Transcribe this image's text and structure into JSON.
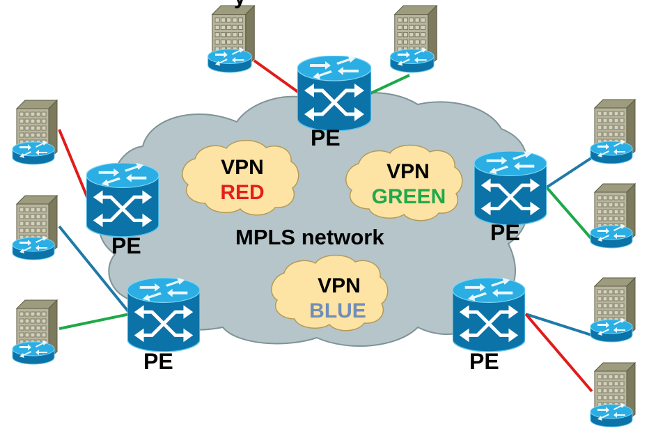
{
  "diagram": {
    "title_fragment": "y",
    "core": {
      "label": "MPLS network",
      "fill": "#b5c5c9",
      "stroke": "#7e9398"
    },
    "vpns": [
      {
        "id": "red",
        "title": "VPN",
        "name": "RED",
        "color": "#e31e1e"
      },
      {
        "id": "green",
        "title": "VPN",
        "name": "GREEN",
        "color": "#22a84a"
      },
      {
        "id": "blue",
        "title": "VPN",
        "name": "BLUE",
        "color": "#6f8db8"
      }
    ],
    "vpn_cloud": {
      "fill": "#fde3a4",
      "stroke": "#b59a55"
    },
    "pe_routers": [
      {
        "id": "pe-top",
        "label": "PE"
      },
      {
        "id": "pe-left",
        "label": "PE"
      },
      {
        "id": "pe-right",
        "label": "PE"
      },
      {
        "id": "pe-bottom-left",
        "label": "PE"
      },
      {
        "id": "pe-bottom-right",
        "label": "PE"
      }
    ],
    "sites": [
      {
        "id": "site-top-left",
        "pe": "pe-top",
        "vpn": "red"
      },
      {
        "id": "site-top-right",
        "pe": "pe-top",
        "vpn": "green"
      },
      {
        "id": "site-left-1",
        "pe": "pe-left",
        "vpn": "red"
      },
      {
        "id": "site-left-2",
        "pe": "pe-bottom-left",
        "vpn": "blue"
      },
      {
        "id": "site-left-3",
        "pe": "pe-bottom-left",
        "vpn": "green"
      },
      {
        "id": "site-right-1",
        "pe": "pe-right",
        "vpn": "blue"
      },
      {
        "id": "site-right-2",
        "pe": "pe-right",
        "vpn": "green"
      },
      {
        "id": "site-right-3",
        "pe": "pe-bottom-right",
        "vpn": "blue"
      },
      {
        "id": "site-right-4",
        "pe": "pe-bottom-right",
        "vpn": "red"
      }
    ],
    "link_colors": {
      "red": "#e11b1b",
      "green": "#1fa849",
      "blue": "#1f7aa8"
    },
    "router_colors": {
      "body": "#0c73a8",
      "top": "#2ab0e6",
      "arrows": "#ffffff"
    },
    "building_colors": {
      "front": "#b8b49c",
      "side": "#7d7b5e",
      "top": "#9c9a7c",
      "window": "#d8d6c4"
    }
  }
}
